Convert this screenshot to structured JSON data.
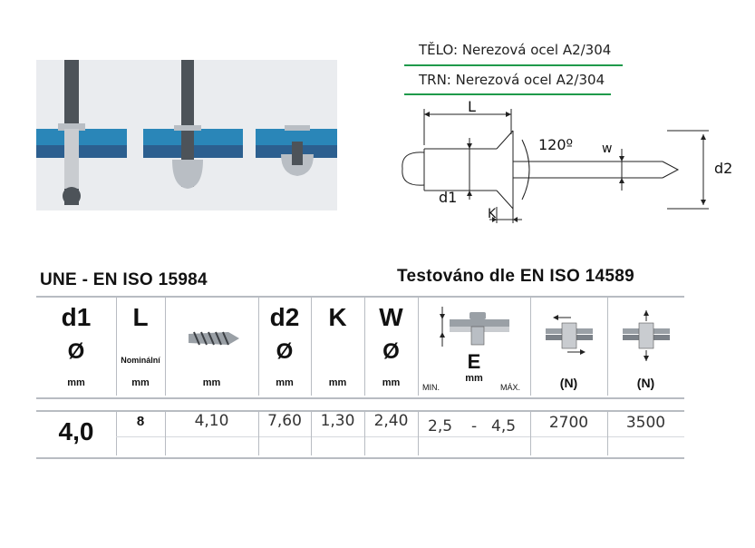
{
  "material": {
    "body": "TĚLO: Nerezová ocel A2/304",
    "mandrel": "TRN: Nerezová ocel A2/304"
  },
  "drawing_labels": {
    "L": "L",
    "angle": "120º",
    "w": "w",
    "d1": "d1",
    "d2": "d2",
    "K": "K"
  },
  "standards": {
    "left": "UNE - EN ISO  15984",
    "right": "Testováno dle EN ISO 14589"
  },
  "table": {
    "headers": {
      "d1": {
        "symbol": "d1",
        "glyph": "Ø",
        "unit": "mm"
      },
      "L": {
        "symbol": "L",
        "sub": "Nominální",
        "unit": "mm"
      },
      "drill": {
        "unit": "mm",
        "icon": "drill-bit-icon"
      },
      "d2": {
        "symbol": "d2",
        "glyph": "Ø",
        "unit": "mm"
      },
      "K": {
        "symbol": "K",
        "unit": "mm"
      },
      "W": {
        "symbol": "W",
        "glyph": "Ø",
        "unit": "mm"
      },
      "E": {
        "symbol": "E",
        "unit": "mm",
        "min": "MIN.",
        "max": "MÁX.",
        "icon": "grip-range-icon"
      },
      "shear": {
        "unit": "(N)",
        "icon": "shear-test-icon"
      },
      "tensile": {
        "unit": "(N)",
        "icon": "tensile-test-icon"
      }
    },
    "row": {
      "d1": "4,0",
      "L": "8",
      "drill": "4,10",
      "d2": "7,60",
      "K": "1,30",
      "W": "2,40",
      "E_min": "2,5",
      "E_dash": "-",
      "E_max": "4,5",
      "shear": "2700",
      "tensile": "3500"
    }
  },
  "colors": {
    "accent_green": "#1f9a4b",
    "sheet_blue": "#2a86b8",
    "grid_gray": "#b8bcc2"
  }
}
